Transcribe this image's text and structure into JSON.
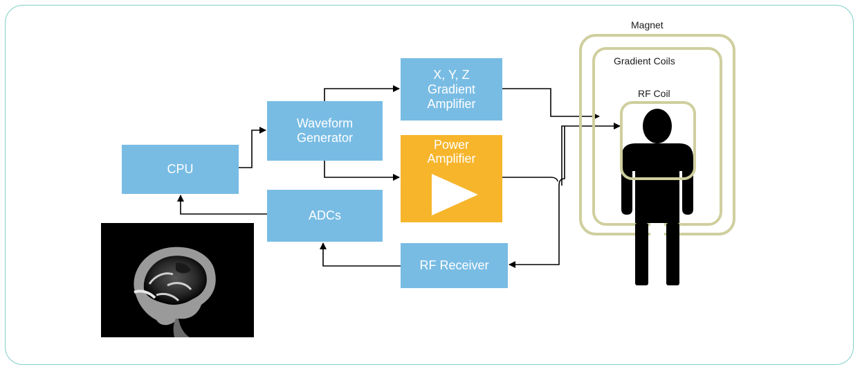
{
  "diagram": {
    "blocks": {
      "cpu": "CPU",
      "waveform_generator": "Waveform\nGenerator",
      "gradient_amplifier": "X, Y, Z\nGradient\nAmplifier",
      "power_amplifier": "Power\nAmplifier",
      "adcs": "ADCs",
      "rf_receiver": "RF Receiver"
    },
    "labels": {
      "magnet": "Magnet",
      "gradient_coils": "Gradient Coils",
      "rf_coil": "RF Coil"
    },
    "colors": {
      "block": "#78bce4",
      "power_amplifier": "#f7b52b",
      "coil_outline": "#cfcf9f",
      "frame": "#7fcfc6",
      "arrow": "#000000"
    },
    "icons": [
      "person-icon",
      "amplifier-triangle-icon",
      "mri-brain-scan-image"
    ]
  }
}
